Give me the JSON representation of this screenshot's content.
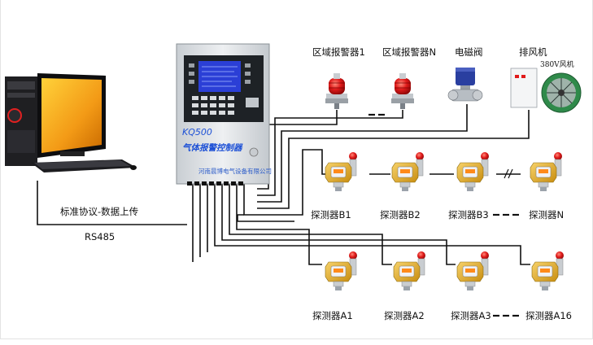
{
  "labels": {
    "model": "KQ500",
    "controller_title": "气体报警控制器",
    "company": "河南晨博电气设备有限公司",
    "link_text": "标准协议-数据上传",
    "rs485": "RS485",
    "fan_voltage": "380V风机"
  },
  "top_devices": [
    {
      "label": "区域报警器1",
      "icon": "strobe-alarm-icon"
    },
    {
      "label": "区域报警器N",
      "icon": "strobe-alarm-icon"
    },
    {
      "label": "电磁阀",
      "icon": "solenoid-valve-icon"
    },
    {
      "label": "排风机",
      "icon": "exhaust-fan-icon"
    }
  ],
  "detectors_b": [
    "探测器B1",
    "探测器B2",
    "探测器B3",
    "探测器N"
  ],
  "detectors_a": [
    "探测器A1",
    "探测器A2",
    "探测器A3",
    "探测器A16"
  ],
  "colors": {
    "wire": "#111111",
    "alarm_red": "#e01a1a",
    "detector_yellow": "#e8b52a",
    "brand_blue": "#1b4fd6",
    "screen_blue": "#2b3fd6"
  }
}
